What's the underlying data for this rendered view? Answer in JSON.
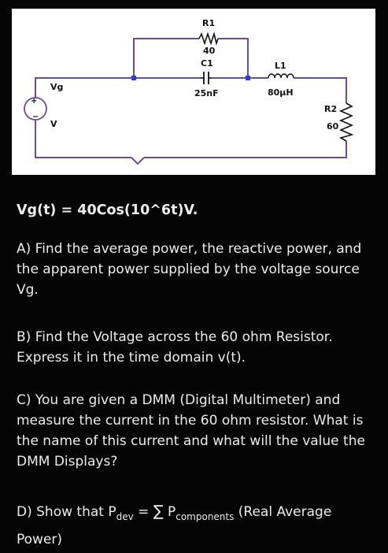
{
  "circuit": {
    "r1_name": "R1",
    "r1_value": "40",
    "c1_name": "C1",
    "c1_value": "25nF",
    "l1_name": "L1",
    "l1_value": "80µH",
    "r2_name": "R2",
    "r2_value": "60",
    "source_name": "Vg",
    "source_unit": "V",
    "source_plus": "+",
    "source_minus": "−",
    "colors": {
      "wire": "#6b4aa0",
      "junction": "#2a3fd4"
    }
  },
  "equation": "Vg(t) = 40Cos(10^6t)V.",
  "questions": {
    "a": "A) Find the average power, the reactive power, and the apparent power supplied by the voltage source Vg.",
    "b": "B) Find the Voltage across the 60 ohm Resistor. Express it in the time domain v(t).",
    "c": "C) You are given a DMM (Digital Multimeter) and measure the current in the 60 ohm resistor.  What is the name of this current and what will the value the DMM Displays?",
    "d": {
      "prefix": "D) Show that P",
      "sub1": "dev",
      "mid": " = ",
      "sigma": "∑",
      "p2": " P",
      "sub2": "components",
      "suffix": "  (Real Average Power)"
    }
  }
}
